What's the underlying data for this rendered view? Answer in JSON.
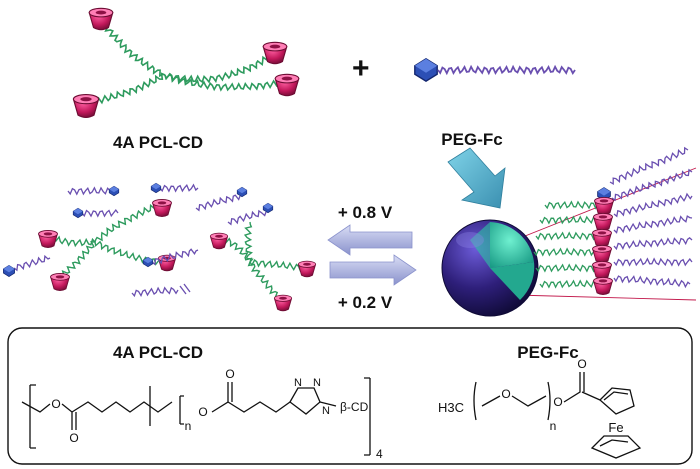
{
  "top": {
    "plus_sign": "+",
    "label_polymer": "4A PCL-CD",
    "label_guest": "PEG-Fc"
  },
  "middle": {
    "oxidation_label": "+ 0.8 V",
    "reduction_label": "+ 0.2 V"
  },
  "bottom_panel": {
    "title_left": "4A PCL-CD",
    "title_right": "PEG-Fc",
    "pcl_structure": {
      "atom_o1": "O",
      "atom_o2": "O",
      "atom_o3": "O",
      "atom_o4": "O",
      "repeat_n": "n",
      "atom_n1": "N",
      "atom_n2": "N",
      "atom_n3": "N",
      "substituent": "β-CD",
      "arm_count": "4"
    },
    "peg_structure": {
      "end_group": "H3C",
      "atom_o1": "O",
      "atom_o2": "O",
      "atom_o3": "O",
      "repeat_n": "n",
      "metal": "Fe"
    }
  },
  "colors": {
    "cd_cone": "#c2185b",
    "pcl_chain": "#2e9b5e",
    "peg_chain": "#6a4fb0",
    "ferrocene_block": "#2c4fb5",
    "arrow": "#9fa6d8",
    "micelle_shell": "#3b2a8a",
    "micelle_core": "#2bc6a4",
    "guide_line": "#c2184b"
  },
  "icons": [
    "cyclodextrin-cone-icon",
    "ferrocene-block-icon",
    "polymer-chain-icon",
    "micelle-sphere-icon"
  ]
}
